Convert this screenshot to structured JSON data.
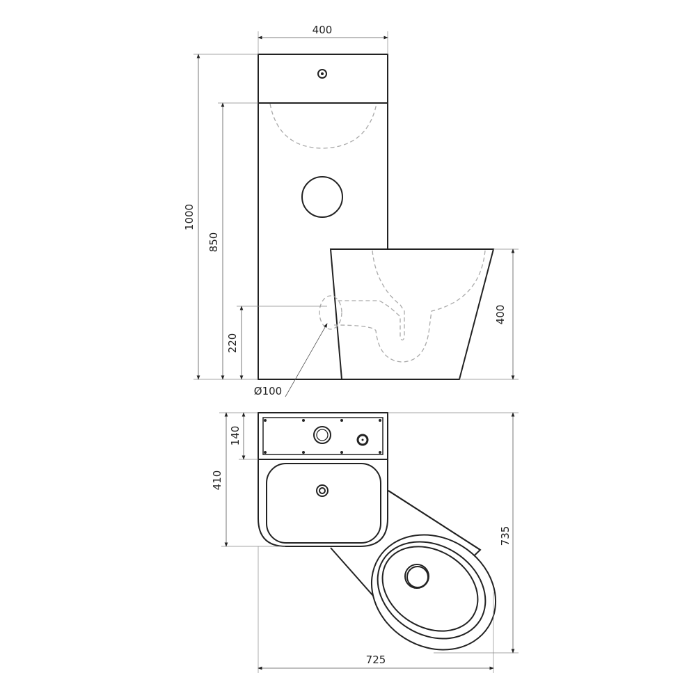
{
  "title": "Toilet with integrated washbasin – dimension drawing",
  "front_view": {
    "width": "400",
    "total_height": "1000",
    "basin_height": "850",
    "outlet_height": "220",
    "bowl_height": "400",
    "outlet_diameter": "Ø100"
  },
  "top_view": {
    "tank_depth": "140",
    "basin_depth": "410",
    "total_depth": "735",
    "total_width": "725"
  }
}
